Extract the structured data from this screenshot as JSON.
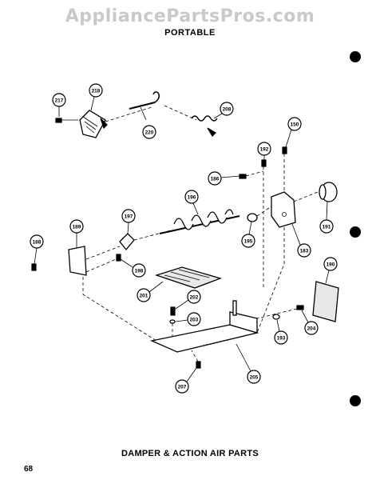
{
  "header": {
    "watermark": "AppliancePartsPros.com",
    "subtitle": "PORTABLE"
  },
  "footer": {
    "caption": "DAMPER & ACTION AIR PARTS",
    "page_number": "68"
  },
  "callouts": [
    {
      "label": "217"
    },
    {
      "label": "218"
    },
    {
      "label": "220"
    },
    {
      "label": "208"
    },
    {
      "label": "150"
    },
    {
      "label": "192"
    },
    {
      "label": "186"
    },
    {
      "label": "196"
    },
    {
      "label": "197"
    },
    {
      "label": "188"
    },
    {
      "label": "189"
    },
    {
      "label": "198"
    },
    {
      "label": "195"
    },
    {
      "label": "191"
    },
    {
      "label": "183"
    },
    {
      "label": "201"
    },
    {
      "label": "190"
    },
    {
      "label": "202"
    },
    {
      "label": "203"
    },
    {
      "label": "204"
    },
    {
      "label": "193"
    },
    {
      "label": "205"
    },
    {
      "label": "207"
    }
  ]
}
